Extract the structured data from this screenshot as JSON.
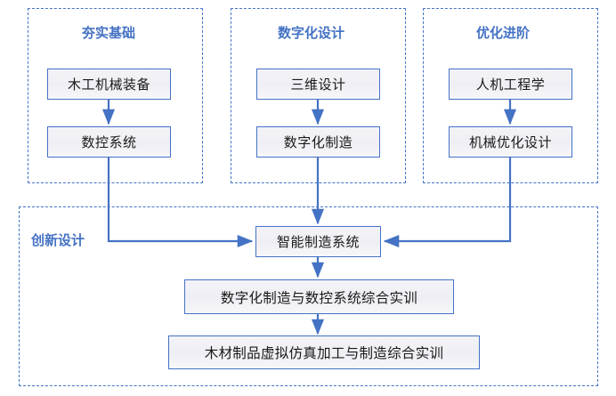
{
  "diagram": {
    "title_color": "#4472C4",
    "node_border_color": "#4472C4",
    "connector_color": "#4472C4",
    "panels": [
      {
        "id": "panel-foundation",
        "label": "夯实基础"
      },
      {
        "id": "panel-digital-design",
        "label": "数字化设计"
      },
      {
        "id": "panel-optimization",
        "label": "优化进阶"
      },
      {
        "id": "panel-innovation",
        "label": "创新设计"
      }
    ],
    "nodes": {
      "foundation_top": "木工机械装备",
      "foundation_bottom": "数控系统",
      "digital_top": "三维设计",
      "digital_bottom": "数字化制造",
      "optimization_top": "人机工程学",
      "optimization_bottom": "机械优化设计",
      "smart_manufacturing": "智能制造系统",
      "training_1": "数字化制造与数控系统综合实训",
      "training_2": "木材制品虚拟仿真加工与制造综合实训"
    }
  },
  "chart_data": {
    "type": "diagram",
    "title": "",
    "groups": [
      {
        "name": "夯实基础",
        "nodes": [
          "木工机械装备",
          "数控系统"
        ],
        "edges": [
          [
            "木工机械装备",
            "数控系统"
          ]
        ]
      },
      {
        "name": "数字化设计",
        "nodes": [
          "三维设计",
          "数字化制造"
        ],
        "edges": [
          [
            "三维设计",
            "数字化制造"
          ]
        ]
      },
      {
        "name": "优化进阶",
        "nodes": [
          "人机工程学",
          "机械优化设计"
        ],
        "edges": [
          [
            "人机工程学",
            "机械优化设计"
          ]
        ]
      },
      {
        "name": "创新设计",
        "nodes": [
          "智能制造系统",
          "数字化制造与数控系统综合实训",
          "木材制品虚拟仿真加工与制造综合实训"
        ],
        "edges": [
          [
            "智能制造系统",
            "数字化制造与数控系统综合实训"
          ],
          [
            "数字化制造与数控系统综合实训",
            "木材制品虚拟仿真加工与制造综合实训"
          ]
        ]
      }
    ],
    "cross_edges": [
      [
        "数控系统",
        "智能制造系统"
      ],
      [
        "数字化制造",
        "智能制造系统"
      ],
      [
        "机械优化设计",
        "智能制造系统"
      ]
    ]
  }
}
